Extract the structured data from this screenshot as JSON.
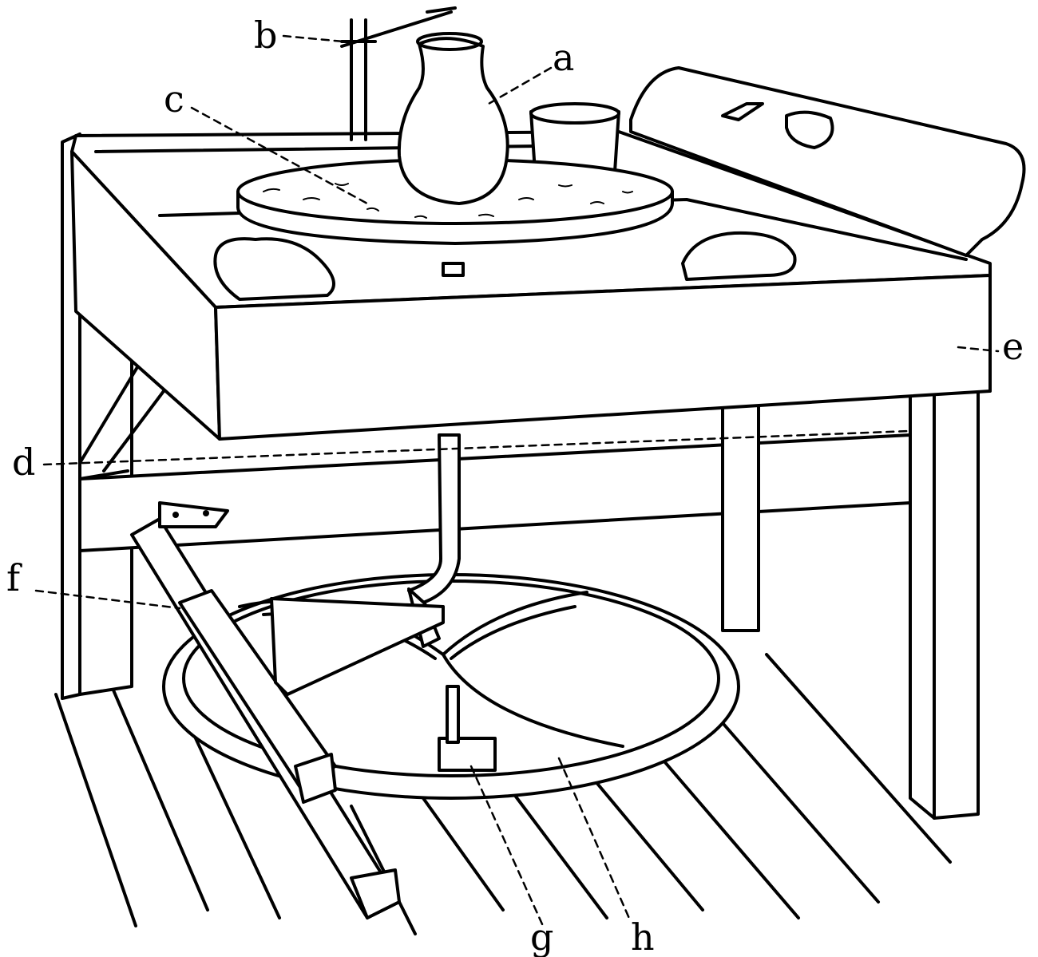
{
  "labels": {
    "a": "a",
    "b": "b",
    "c": "c",
    "d": "d",
    "e": "e",
    "f": "f",
    "g": "g",
    "h": "h"
  }
}
